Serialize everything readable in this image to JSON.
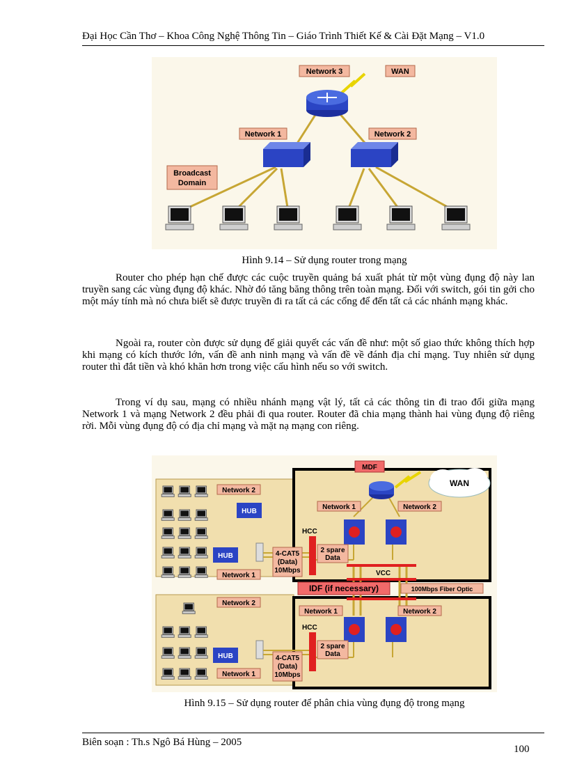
{
  "header": {
    "title": "Đại Học Cần Thơ – Khoa Công Nghệ Thông Tin – Giáo Trình Thiết Kế & Cài Đặt Mạng – V1.0"
  },
  "figure1": {
    "labels": {
      "network3": "Network 3",
      "wan": "WAN",
      "network1": "Network 1",
      "network2": "Network 2",
      "broadcast": "Broadcast",
      "domain": "Domain"
    },
    "caption": "Hình 9.14 – Sử dụng router trong mạng"
  },
  "paragraphs": [
    "Router cho phép hạn chế được các cuộc truyền quảng bá xuất phát từ một vùng đụng độ này lan truyền sang các vùng đụng độ khác. Nhờ đó tăng băng thông trên toàn mạng. Đối với switch, gói tin gởi cho một máy tính mà nó chưa biết sẽ được truyền đi ra tất cả các cổng để đến tất cả các nhánh mạng khác.",
    "Ngoài ra, router còn được sử dụng để giải quyết các vấn đề như: một số giao thức không thích hợp khi mạng có kích thước lớn, vấn đề anh ninh mạng và vấn đề về đánh địa chỉ mạng. Tuy nhiên sử dụng router thì đắt tiền và  khó khăn hơn trong việc cấu hình nếu so với switch.",
    "Trong ví dụ sau, mạng có nhiều nhánh mạng vật lý, tất cả các thông tin đi trao đổi giữa mạng Network 1 và mạng Network 2 đều phải đi qua router. Router đã chia mạng thành hai vùng đụng độ riêng rời. Mỗi vùng đụng độ có địa chỉ mạng và mặt nạ mạng con riêng."
  ],
  "figure2": {
    "labels": {
      "mdf": "MDF",
      "wan": "WAN",
      "network1": "Network 1",
      "network2": "Network 2",
      "hub": "HUB",
      "hcc": "HCC",
      "vcc": "VCC",
      "spare1": "2 spare",
      "spare2": "Data",
      "cat1": "4-CAT5",
      "cat2": "(Data)",
      "cat3": "10Mbps",
      "idf": "IDF (if necessary)",
      "fiber": "100Mbps Fiber Optic"
    },
    "caption": "Hình 9.15 – Sử dụng router để phân chia vùng đụng độ trong mạng"
  },
  "footer": {
    "author": "Biên soạn : Th.s Ngô Bá Hùng – 2005",
    "page_number": "100"
  }
}
